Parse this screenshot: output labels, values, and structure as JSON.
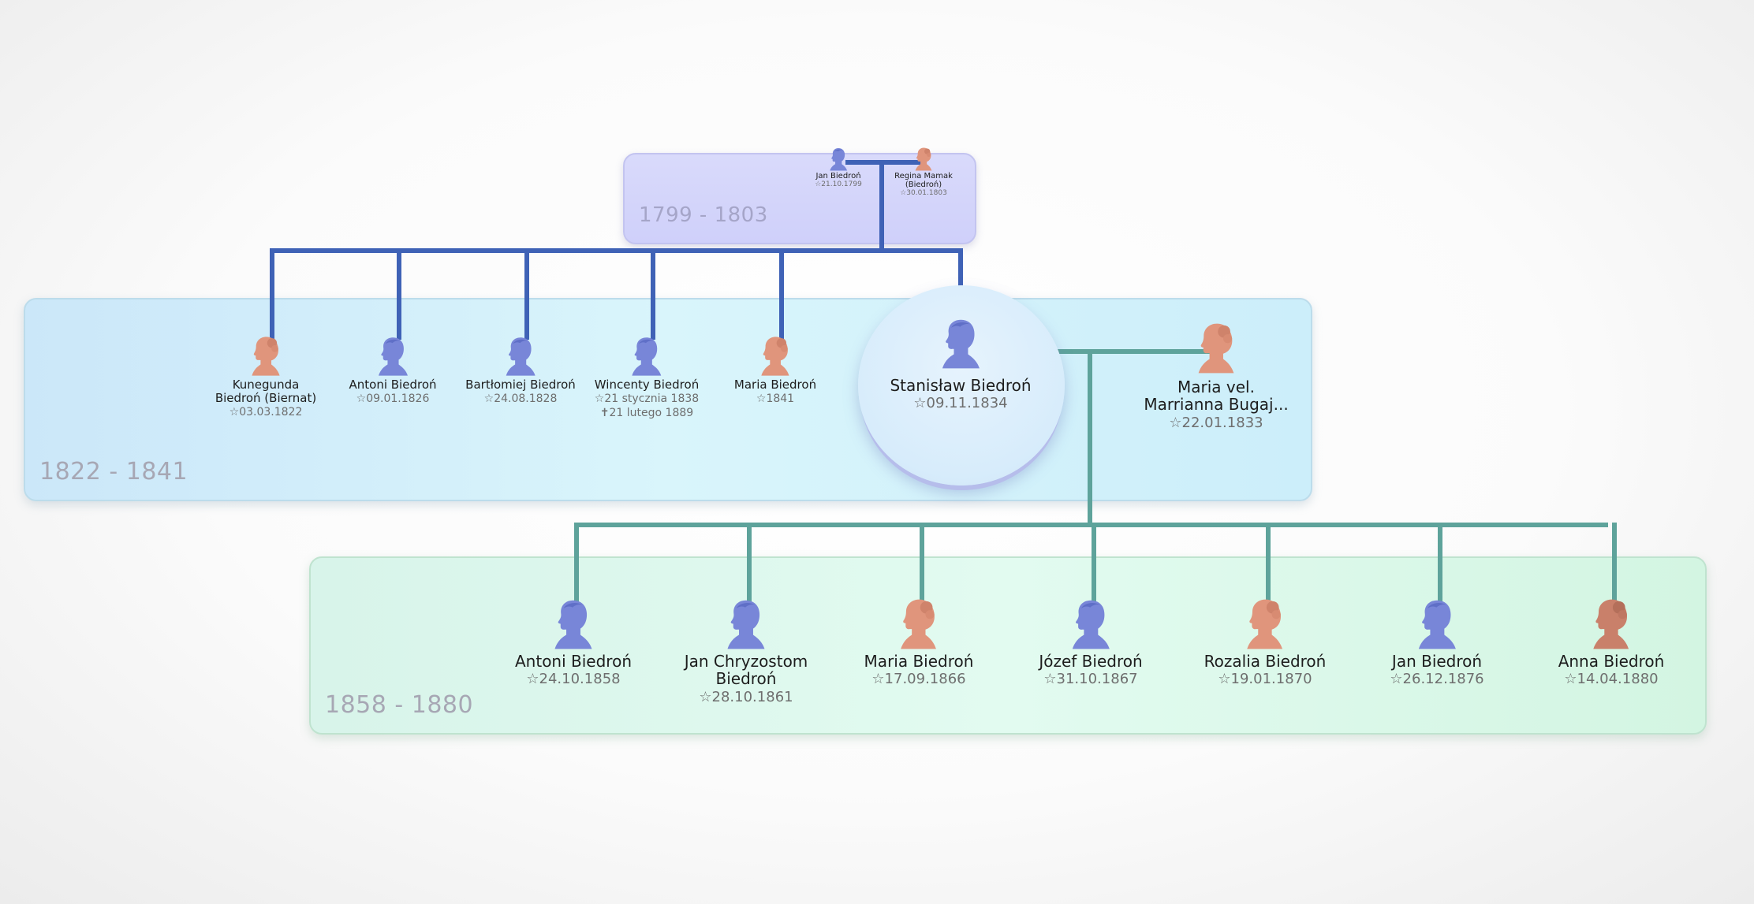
{
  "colors": {
    "male": "#7886d8",
    "female": "#e0957c",
    "female_dark": "#c9806a",
    "line_parents": "#3f62b6",
    "line_children": "#5ea39b"
  },
  "generations": [
    {
      "label": "1799 - 1803"
    },
    {
      "label": "1822 - 1841"
    },
    {
      "label": "1858 - 1880"
    }
  ],
  "parents": [
    {
      "name": "Jan Biedroń",
      "date": "21.10.1799",
      "gender": "male"
    },
    {
      "name": "Regina Mamak (Biedroń)",
      "date": "30.01.1803",
      "gender": "female"
    }
  ],
  "siblings": [
    {
      "name": "Kunegunda Biedroń (Biernat)",
      "date": "03.03.1822",
      "gender": "female"
    },
    {
      "name": "Antoni Biedroń",
      "date": "09.01.1826",
      "gender": "male"
    },
    {
      "name": "Bartłomiej Biedroń",
      "date": "24.08.1828",
      "gender": "male"
    },
    {
      "name": "Wincenty Biedroń",
      "date": "21 stycznia 1838",
      "death": "21 lutego 1889",
      "gender": "male"
    },
    {
      "name": "Maria Biedroń",
      "date": "1841",
      "gender": "female"
    }
  ],
  "focus": {
    "name": "Stanisław Biedroń",
    "date": "09.11.1834",
    "gender": "male"
  },
  "spouse": {
    "name": "Maria vel. Marrianna Bugaj...",
    "date": "22.01.1833",
    "gender": "female"
  },
  "children": [
    {
      "name": "Antoni Biedroń",
      "date": "24.10.1858",
      "gender": "male"
    },
    {
      "name": "Jan Chryzostom Biedroń",
      "date": "28.10.1861",
      "gender": "male"
    },
    {
      "name": "Maria Biedroń",
      "date": "17.09.1866",
      "gender": "female"
    },
    {
      "name": "Józef Biedroń",
      "date": "31.10.1867",
      "gender": "male"
    },
    {
      "name": "Rozalia Biedroń",
      "date": "19.01.1870",
      "gender": "female"
    },
    {
      "name": "Jan Biedroń",
      "date": "26.12.1876",
      "gender": "male"
    },
    {
      "name": "Anna Biedroń",
      "date": "14.04.1880",
      "gender": "female_dark"
    }
  ]
}
